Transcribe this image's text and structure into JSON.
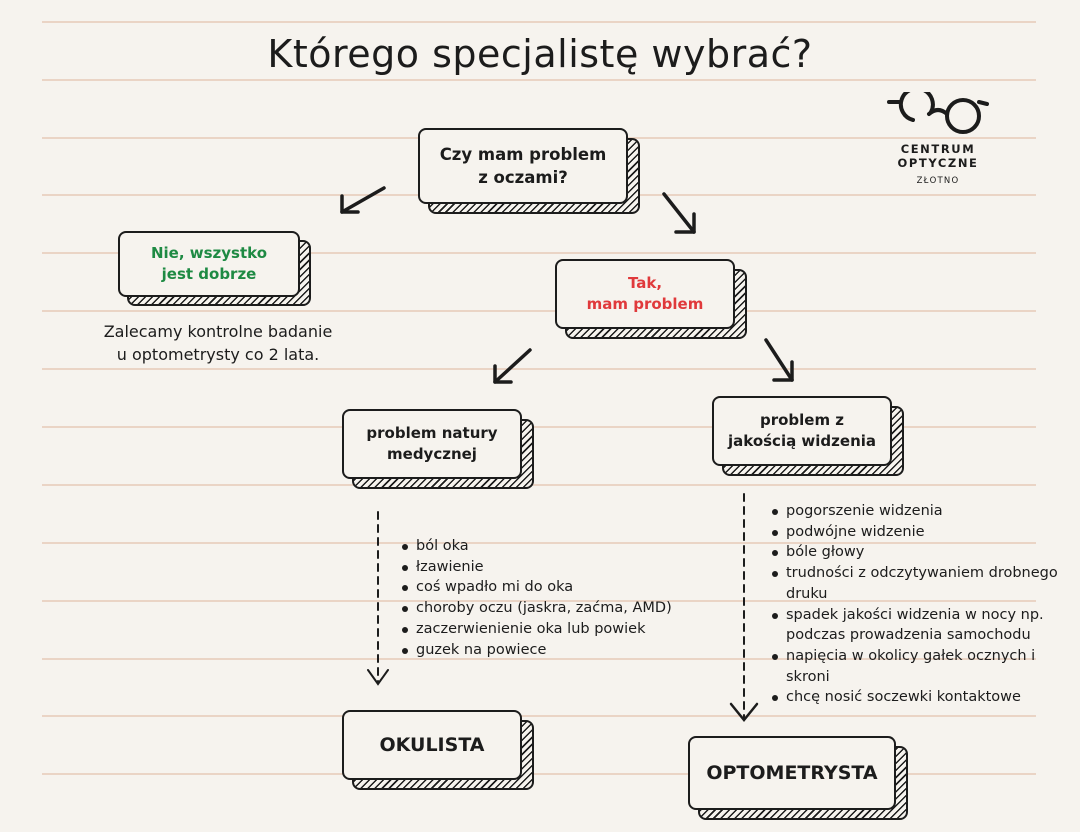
{
  "title": "Którego specjalistę wybrać?",
  "logo": {
    "brand": "CENTRUM OPTYCZNE",
    "city": "ZŁOTNO",
    "icon": "glasses-icon"
  },
  "nodes": {
    "question": "Czy mam problem\nz oczami?",
    "no": "Nie, wszystko\njest dobrze",
    "yes": "Tak,\nmam problem",
    "medical": "problem natury\nmedycznej",
    "vision": "problem z\njakością widzenia",
    "okulista": "OKULISTA",
    "optometrysta": "OPTOMETRYSTA"
  },
  "note": "Zalecamy kontrolne badanie\nu optometrysty co 2 lata.",
  "medical_symptoms": [
    "ból oka",
    "łzawienie",
    "coś wpadło mi do oka",
    "choroby oczu (jaskra, zaćma, AMD)",
    "zaczerwienienie oka lub powiek",
    "guzek na powiece"
  ],
  "vision_symptoms": [
    "pogorszenie widzenia",
    "podwójne widzenie",
    "bóle głowy",
    "trudności z odczytywaniem drobnego druku",
    "spadek jakości widzenia w nocy np. podczas prowadzenia samochodu",
    "napięcia w okolicy gałek ocznych i skroni",
    "chcę nosić soczewki kontaktowe"
  ],
  "colors": {
    "green": "#1e8a43",
    "red": "#e0393b",
    "line": "#e2c2ad"
  }
}
